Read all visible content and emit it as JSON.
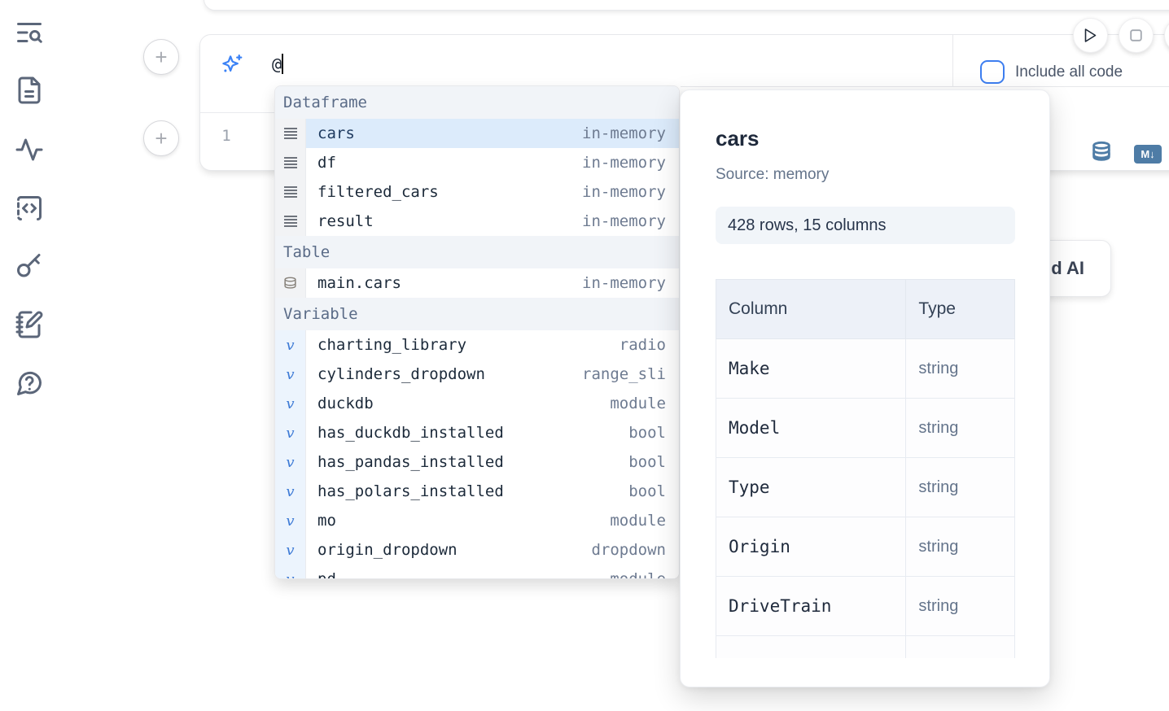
{
  "sidebar": {
    "items": [
      {
        "icon": "toc-search-icon"
      },
      {
        "icon": "file-text-icon"
      },
      {
        "icon": "activity-icon"
      },
      {
        "icon": "code-square-icon"
      },
      {
        "icon": "key-icon"
      },
      {
        "icon": "notebook-pen-icon"
      },
      {
        "icon": "help-chat-icon"
      }
    ]
  },
  "cell_actions": {
    "add_above_label": "+",
    "add_below_label": "+"
  },
  "prompt": {
    "value": "@",
    "include_checkbox_label": "Include all code",
    "checkbox_checked": false
  },
  "editor": {
    "line_number": "1",
    "markdown_badge": "M↓"
  },
  "ai_button": {
    "visible_fragment": "d AI"
  },
  "completion": {
    "sections": [
      {
        "label": "Dataframe",
        "kind": "dataframe",
        "items": [
          {
            "name": "cars",
            "type": "in-memory",
            "selected": true
          },
          {
            "name": "df",
            "type": "in-memory"
          },
          {
            "name": "filtered_cars",
            "type": "in-memory"
          },
          {
            "name": "result",
            "type": "in-memory"
          }
        ]
      },
      {
        "label": "Table",
        "kind": "table",
        "items": [
          {
            "name": "main.cars",
            "type": "in-memory"
          }
        ]
      },
      {
        "label": "Variable",
        "kind": "variable",
        "items": [
          {
            "name": "charting_library",
            "type": "radio"
          },
          {
            "name": "cylinders_dropdown",
            "type": "range_sli"
          },
          {
            "name": "duckdb",
            "type": "module"
          },
          {
            "name": "has_duckdb_installed",
            "type": "bool"
          },
          {
            "name": "has_pandas_installed",
            "type": "bool"
          },
          {
            "name": "has_polars_installed",
            "type": "bool"
          },
          {
            "name": "mo",
            "type": "module"
          },
          {
            "name": "origin_dropdown",
            "type": "dropdown"
          },
          {
            "name": "pd",
            "type": "module"
          }
        ]
      }
    ]
  },
  "popup": {
    "title": "cars",
    "source": "Source: memory",
    "shape_badge": "428 rows, 15 columns",
    "table": {
      "headers": [
        "Column",
        "Type"
      ],
      "rows": [
        {
          "column": "Make",
          "type": "string"
        },
        {
          "column": "Model",
          "type": "string"
        },
        {
          "column": "Type",
          "type": "string"
        },
        {
          "column": "Origin",
          "type": "string"
        },
        {
          "column": "DriveTrain",
          "type": "string"
        }
      ]
    }
  },
  "colors": {
    "accent_blue": "#3b82f6",
    "selection_bg": "#dcebfb",
    "steel_blue_tool": "#4e7ca6",
    "section_header_bg": "#f1f4f8",
    "badge_bg": "#f1f5f9"
  }
}
